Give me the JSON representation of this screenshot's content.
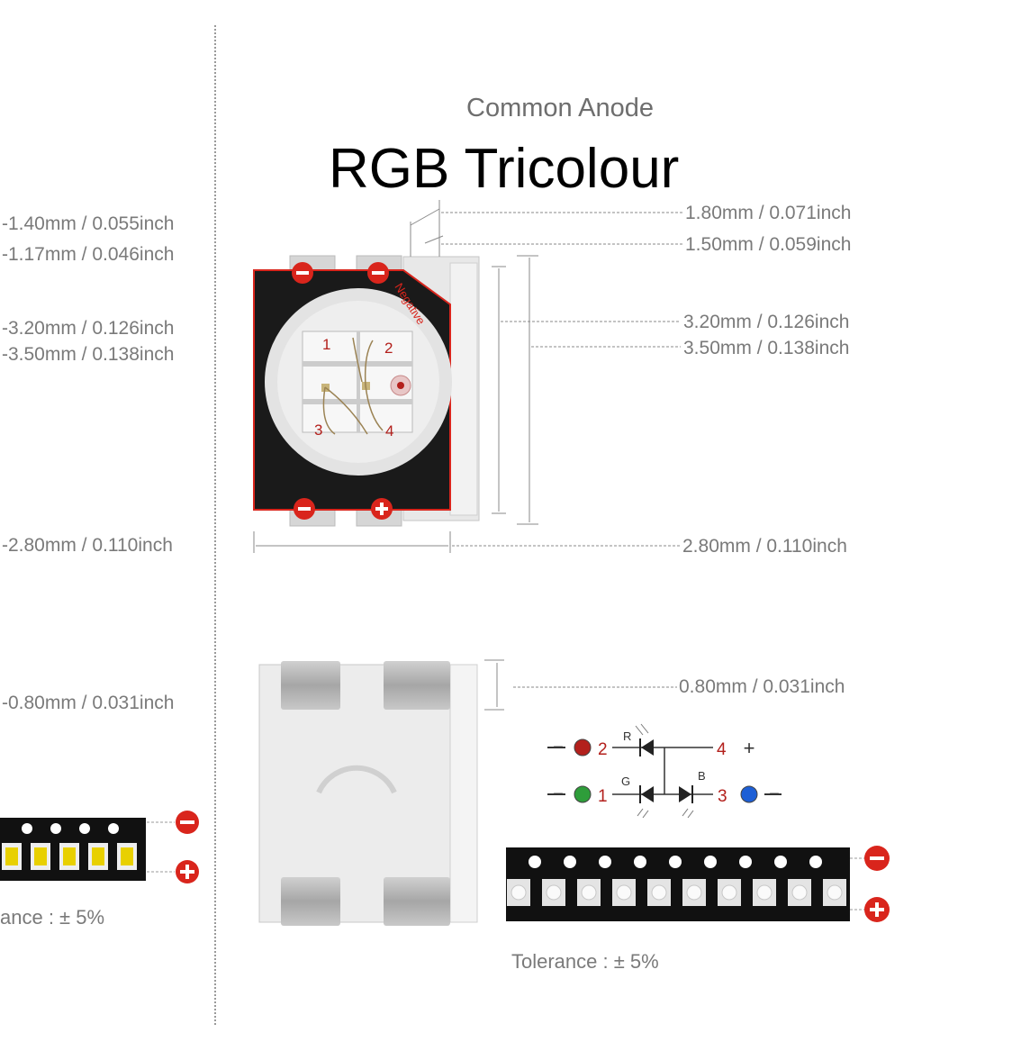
{
  "header": {
    "subtitle": "Common Anode",
    "title": "RGB Tricolour"
  },
  "left_panel": {
    "dimensions": [
      "-1.40mm / 0.055inch",
      "-1.17mm / 0.046inch",
      "-3.20mm / 0.126inch",
      "-3.50mm / 0.138inch",
      "-2.80mm / 0.110inch",
      "-0.80mm / 0.031inch"
    ],
    "tolerance": "ance : ± 5%"
  },
  "right_panel": {
    "dimensions": [
      "1.80mm / 0.071inch",
      "1.50mm / 0.059inch",
      "3.20mm / 0.126inch",
      "3.50mm / 0.138inch",
      "2.80mm / 0.110inch",
      "0.80mm / 0.031inch"
    ],
    "package_label": "Negative",
    "pin_numbers": [
      "1",
      "2",
      "3",
      "4"
    ],
    "polarity_marks": [
      "−",
      "−",
      "−",
      "+"
    ],
    "tolerance": "Tolerance : ± 5%"
  },
  "schematic": {
    "top_row": {
      "left_sign": "−",
      "left_pin": "2",
      "diode": "R",
      "right_pin": "4",
      "right_sign": "+"
    },
    "bottom_row": {
      "left_sign": "−",
      "left_pin": "1",
      "diode_g": "G",
      "diode_b": "B",
      "right_pin": "3",
      "right_sign": "−"
    },
    "colors": {
      "red": "#b3201c",
      "green": "#2e9d3a",
      "blue": "#1d5fd6"
    }
  },
  "tape": {
    "minus_mark": "−",
    "plus_mark": "+"
  },
  "colors": {
    "accent_red": "#d9251c",
    "package_black": "#1a1a1a",
    "package_grey": "#e6e6e6"
  }
}
